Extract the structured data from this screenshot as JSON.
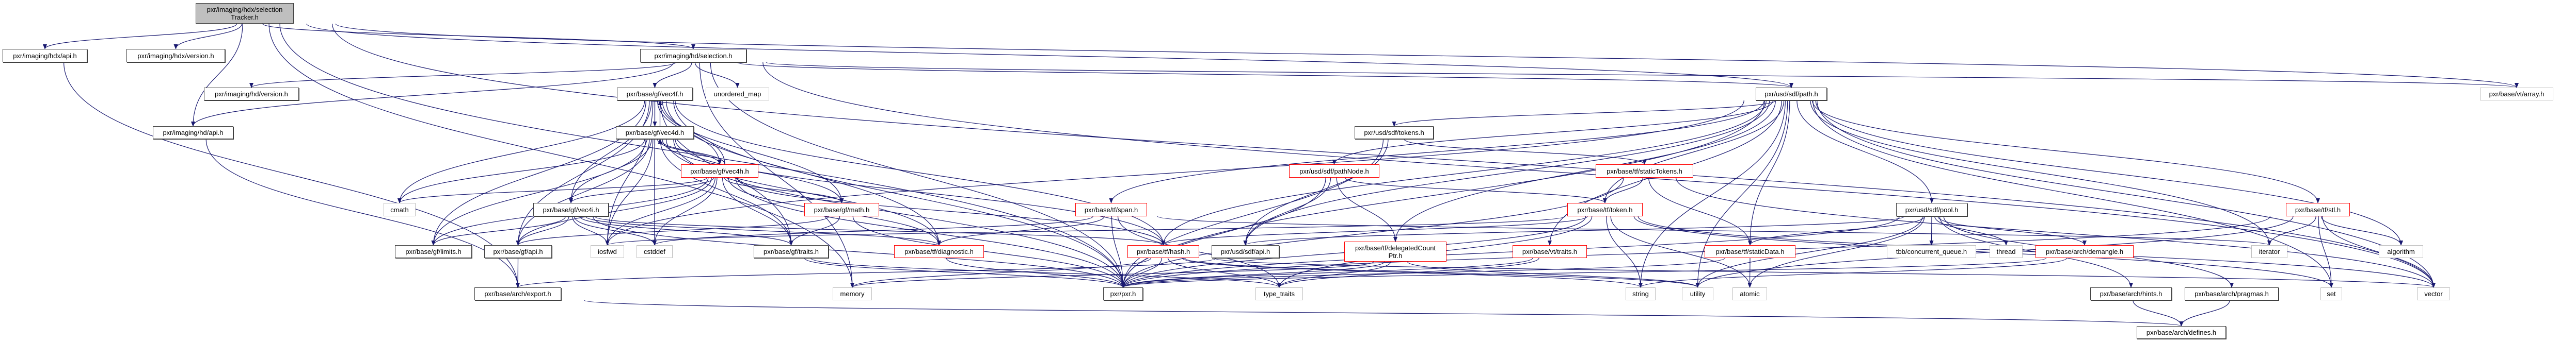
{
  "graph": {
    "colors": {
      "edge": "#191970",
      "root_fill": "#bfbfbf",
      "documented_border": "#404040",
      "truncated_border": "#ff0000",
      "system_border": "#bfbfbf"
    },
    "nodes": [
      {
        "id": "selTracker",
        "label": "pxr/imaging/hdx/selection\nTracker.h",
        "kind": "root"
      },
      {
        "id": "hdxApi",
        "label": "pxr/imaging/hdx/api.h",
        "kind": "doc"
      },
      {
        "id": "hdxVersion",
        "label": "pxr/imaging/hdx/version.h",
        "kind": "doc"
      },
      {
        "id": "hdSelection",
        "label": "pxr/imaging/hd/selection.h",
        "kind": "doc"
      },
      {
        "id": "hdVersion",
        "label": "pxr/imaging/hd/version.h",
        "kind": "doc"
      },
      {
        "id": "hdApi",
        "label": "pxr/imaging/hd/api.h",
        "kind": "doc"
      },
      {
        "id": "vec4f",
        "label": "pxr/base/gf/vec4f.h",
        "kind": "doc"
      },
      {
        "id": "unorderedMap",
        "label": "unordered_map",
        "kind": "sys"
      },
      {
        "id": "vec4d",
        "label": "pxr/base/gf/vec4d.h",
        "kind": "doc"
      },
      {
        "id": "vec4h",
        "label": "pxr/base/gf/vec4h.h",
        "kind": "trunc"
      },
      {
        "id": "cmath",
        "label": "cmath",
        "kind": "sys"
      },
      {
        "id": "vec4i",
        "label": "pxr/base/gf/vec4i.h",
        "kind": "doc"
      },
      {
        "id": "math",
        "label": "pxr/base/gf/math.h",
        "kind": "trunc"
      },
      {
        "id": "span",
        "label": "pxr/base/tf/span.h",
        "kind": "trunc"
      },
      {
        "id": "limits",
        "label": "pxr/base/gf/limits.h",
        "kind": "doc"
      },
      {
        "id": "gfApi",
        "label": "pxr/base/gf/api.h",
        "kind": "doc"
      },
      {
        "id": "iosfwd",
        "label": "iosfwd",
        "kind": "sys"
      },
      {
        "id": "cstddef",
        "label": "cstddef",
        "kind": "sys"
      },
      {
        "id": "traits",
        "label": "pxr/base/gf/traits.h",
        "kind": "doc"
      },
      {
        "id": "diagnostic",
        "label": "pxr/base/tf/diagnostic.h",
        "kind": "trunc"
      },
      {
        "id": "hash",
        "label": "pxr/base/tf/hash.h",
        "kind": "trunc"
      },
      {
        "id": "sdfApi",
        "label": "pxr/usd/sdf/api.h",
        "kind": "doc"
      },
      {
        "id": "exportH",
        "label": "pxr/base/arch/export.h",
        "kind": "doc"
      },
      {
        "id": "memory",
        "label": "memory",
        "kind": "sys"
      },
      {
        "id": "pxr",
        "label": "pxr/pxr.h",
        "kind": "doc"
      },
      {
        "id": "typeTraits",
        "label": "type_traits",
        "kind": "sys"
      },
      {
        "id": "path",
        "label": "pxr/usd/sdf/path.h",
        "kind": "doc"
      },
      {
        "id": "tokens",
        "label": "pxr/usd/sdf/tokens.h",
        "kind": "doc"
      },
      {
        "id": "pathNode",
        "label": "pxr/usd/sdf/pathNode.h",
        "kind": "trunc"
      },
      {
        "id": "staticTokens",
        "label": "pxr/base/tf/staticTokens.h",
        "kind": "trunc"
      },
      {
        "id": "token",
        "label": "pxr/base/tf/token.h",
        "kind": "trunc"
      },
      {
        "id": "pool",
        "label": "pxr/usd/sdf/pool.h",
        "kind": "doc"
      },
      {
        "id": "delegated",
        "label": "pxr/base/tf/delegatedCount\nPtr.h",
        "kind": "trunc"
      },
      {
        "id": "vtTraits",
        "label": "pxr/base/vt/traits.h",
        "kind": "trunc"
      },
      {
        "id": "staticData",
        "label": "pxr/base/tf/staticData.h",
        "kind": "trunc"
      },
      {
        "id": "tbbQueue",
        "label": "tbb/concurrent_queue.h",
        "kind": "sys"
      },
      {
        "id": "string",
        "label": "string",
        "kind": "sys"
      },
      {
        "id": "utility",
        "label": "utility",
        "kind": "sys"
      },
      {
        "id": "atomic",
        "label": "atomic",
        "kind": "sys"
      },
      {
        "id": "vtArray",
        "label": "pxr/base/vt/array.h",
        "kind": "sys"
      },
      {
        "id": "stl",
        "label": "pxr/base/tf/stl.h",
        "kind": "trunc"
      },
      {
        "id": "thread",
        "label": "thread",
        "kind": "sys"
      },
      {
        "id": "demangle",
        "label": "pxr/base/arch/demangle.h",
        "kind": "trunc"
      },
      {
        "id": "iterator",
        "label": "iterator",
        "kind": "sys"
      },
      {
        "id": "algorithm",
        "label": "algorithm",
        "kind": "sys"
      },
      {
        "id": "hints",
        "label": "pxr/base/arch/hints.h",
        "kind": "doc"
      },
      {
        "id": "pragmas",
        "label": "pxr/base/arch/pragmas.h",
        "kind": "doc"
      },
      {
        "id": "set",
        "label": "set",
        "kind": "sys"
      },
      {
        "id": "vector",
        "label": "vector",
        "kind": "sys"
      },
      {
        "id": "defines",
        "label": "pxr/base/arch/defines.h",
        "kind": "doc"
      }
    ],
    "edges": [
      [
        "selTracker",
        "hdxApi"
      ],
      [
        "selTracker",
        "hdxVersion"
      ],
      [
        "selTracker",
        "hdSelection"
      ],
      [
        "selTracker",
        "pxr"
      ],
      [
        "selTracker",
        "memory"
      ],
      [
        "selTracker",
        "vtArray"
      ],
      [
        "selTracker",
        "vector"
      ],
      [
        "selTracker",
        "path"
      ],
      [
        "selTracker",
        "hdApi"
      ],
      [
        "hdxApi",
        "exportH"
      ],
      [
        "hdSelection",
        "hdVersion"
      ],
      [
        "hdSelection",
        "hdApi"
      ],
      [
        "hdSelection",
        "vec4f"
      ],
      [
        "hdSelection",
        "unorderedMap"
      ],
      [
        "hdSelection",
        "pxr"
      ],
      [
        "hdSelection",
        "path"
      ],
      [
        "hdSelection",
        "vtArray"
      ],
      [
        "hdSelection",
        "memory"
      ],
      [
        "hdSelection",
        "vector"
      ],
      [
        "hdApi",
        "exportH"
      ],
      [
        "vec4f",
        "vec4d"
      ],
      [
        "vec4f",
        "vec4h"
      ],
      [
        "vec4f",
        "vec4i"
      ],
      [
        "vec4f",
        "math"
      ],
      [
        "vec4f",
        "limits"
      ],
      [
        "vec4f",
        "gfApi"
      ],
      [
        "vec4f",
        "iosfwd"
      ],
      [
        "vec4f",
        "cstddef"
      ],
      [
        "vec4f",
        "traits"
      ],
      [
        "vec4f",
        "diagnostic"
      ],
      [
        "vec4f",
        "hash"
      ],
      [
        "vec4f",
        "pxr"
      ],
      [
        "vec4f",
        "cmath"
      ],
      [
        "vec4d",
        "vec4f"
      ],
      [
        "vec4d",
        "vec4h"
      ],
      [
        "vec4d",
        "vec4i"
      ],
      [
        "vec4d",
        "math"
      ],
      [
        "vec4d",
        "limits"
      ],
      [
        "vec4d",
        "gfApi"
      ],
      [
        "vec4d",
        "iosfwd"
      ],
      [
        "vec4d",
        "cstddef"
      ],
      [
        "vec4d",
        "traits"
      ],
      [
        "vec4d",
        "diagnostic"
      ],
      [
        "vec4d",
        "hash"
      ],
      [
        "vec4d",
        "pxr"
      ],
      [
        "vec4d",
        "cmath"
      ],
      [
        "vec4h",
        "vec4d"
      ],
      [
        "vec4h",
        "vec4f"
      ],
      [
        "vec4h",
        "vec4i"
      ],
      [
        "vec4h",
        "math"
      ],
      [
        "vec4h",
        "limits"
      ],
      [
        "vec4h",
        "gfApi"
      ],
      [
        "vec4h",
        "iosfwd"
      ],
      [
        "vec4h",
        "cstddef"
      ],
      [
        "vec4h",
        "traits"
      ],
      [
        "vec4h",
        "diagnostic"
      ],
      [
        "vec4h",
        "hash"
      ],
      [
        "vec4h",
        "pxr"
      ],
      [
        "vec4h",
        "cmath"
      ],
      [
        "vec4i",
        "limits"
      ],
      [
        "vec4i",
        "gfApi"
      ],
      [
        "vec4i",
        "iosfwd"
      ],
      [
        "vec4i",
        "cstddef"
      ],
      [
        "vec4i",
        "traits"
      ],
      [
        "vec4i",
        "hash"
      ],
      [
        "vec4i",
        "pxr"
      ],
      [
        "vec4i",
        "diagnostic"
      ],
      [
        "math",
        "traits"
      ],
      [
        "math",
        "pxr"
      ],
      [
        "math",
        "gfApi"
      ],
      [
        "gfApi",
        "exportH"
      ],
      [
        "traits",
        "pxr"
      ],
      [
        "traits",
        "typeTraits"
      ],
      [
        "diagnostic",
        "pxr"
      ],
      [
        "hash",
        "pxr"
      ],
      [
        "hash",
        "memory"
      ],
      [
        "hash",
        "typeTraits"
      ],
      [
        "hash",
        "utility"
      ],
      [
        "hash",
        "string"
      ],
      [
        "hash",
        "vector"
      ],
      [
        "span",
        "diagnostic"
      ],
      [
        "span",
        "pxr"
      ],
      [
        "span",
        "cstddef"
      ],
      [
        "span",
        "iterator"
      ],
      [
        "span",
        "typeTraits"
      ],
      [
        "sdfApi",
        "exportH"
      ],
      [
        "path",
        "sdfApi"
      ],
      [
        "path",
        "tokens"
      ],
      [
        "path",
        "pathNode"
      ],
      [
        "path",
        "token"
      ],
      [
        "path",
        "pool"
      ],
      [
        "path",
        "delegated"
      ],
      [
        "path",
        "vtTraits"
      ],
      [
        "path",
        "hash"
      ],
      [
        "path",
        "span"
      ],
      [
        "path",
        "stl"
      ],
      [
        "path",
        "pxr"
      ],
      [
        "path",
        "iterator"
      ],
      [
        "path",
        "set"
      ],
      [
        "path",
        "string"
      ],
      [
        "path",
        "utility"
      ],
      [
        "path",
        "vector"
      ],
      [
        "path",
        "algorithm"
      ],
      [
        "path",
        "iosfwd"
      ],
      [
        "path",
        "staticData"
      ],
      [
        "tokens",
        "staticTokens"
      ],
      [
        "tokens",
        "sdfApi"
      ],
      [
        "tokens",
        "pxr"
      ],
      [
        "pathNode",
        "token"
      ],
      [
        "pathNode",
        "delegated"
      ],
      [
        "pathNode",
        "pxr"
      ],
      [
        "pathNode",
        "sdfApi"
      ],
      [
        "staticTokens",
        "token"
      ],
      [
        "staticTokens",
        "staticData"
      ],
      [
        "staticTokens",
        "pxr"
      ],
      [
        "staticTokens",
        "vector"
      ],
      [
        "token",
        "hash"
      ],
      [
        "token",
        "pxr"
      ],
      [
        "token",
        "string"
      ],
      [
        "token",
        "atomic"
      ],
      [
        "token",
        "iosfwd"
      ],
      [
        "token",
        "set"
      ],
      [
        "token",
        "vector"
      ],
      [
        "token",
        "typeTraits"
      ],
      [
        "pool",
        "sdfApi"
      ],
      [
        "pool",
        "staticData"
      ],
      [
        "pool",
        "tbbQueue"
      ],
      [
        "pool",
        "thread"
      ],
      [
        "pool",
        "demangle"
      ],
      [
        "pool",
        "hints"
      ],
      [
        "pool",
        "pragmas"
      ],
      [
        "pool",
        "pxr"
      ],
      [
        "pool",
        "atomic"
      ],
      [
        "pool",
        "utility"
      ],
      [
        "staticData",
        "pxr"
      ],
      [
        "staticData",
        "atomic"
      ],
      [
        "delegated",
        "pxr"
      ],
      [
        "delegated",
        "typeTraits"
      ],
      [
        "delegated",
        "utility"
      ],
      [
        "delegated",
        "memory"
      ],
      [
        "vtTraits",
        "pxr"
      ],
      [
        "vtTraits",
        "typeTraits"
      ],
      [
        "demangle",
        "pxr"
      ],
      [
        "demangle",
        "string"
      ],
      [
        "hints",
        "defines"
      ],
      [
        "pragmas",
        "defines"
      ],
      [
        "stl",
        "iterator"
      ],
      [
        "stl",
        "algorithm"
      ],
      [
        "stl",
        "set"
      ],
      [
        "stl",
        "vector"
      ],
      [
        "stl",
        "pxr"
      ],
      [
        "stl",
        "utility"
      ],
      [
        "exportH",
        "defines"
      ]
    ]
  }
}
